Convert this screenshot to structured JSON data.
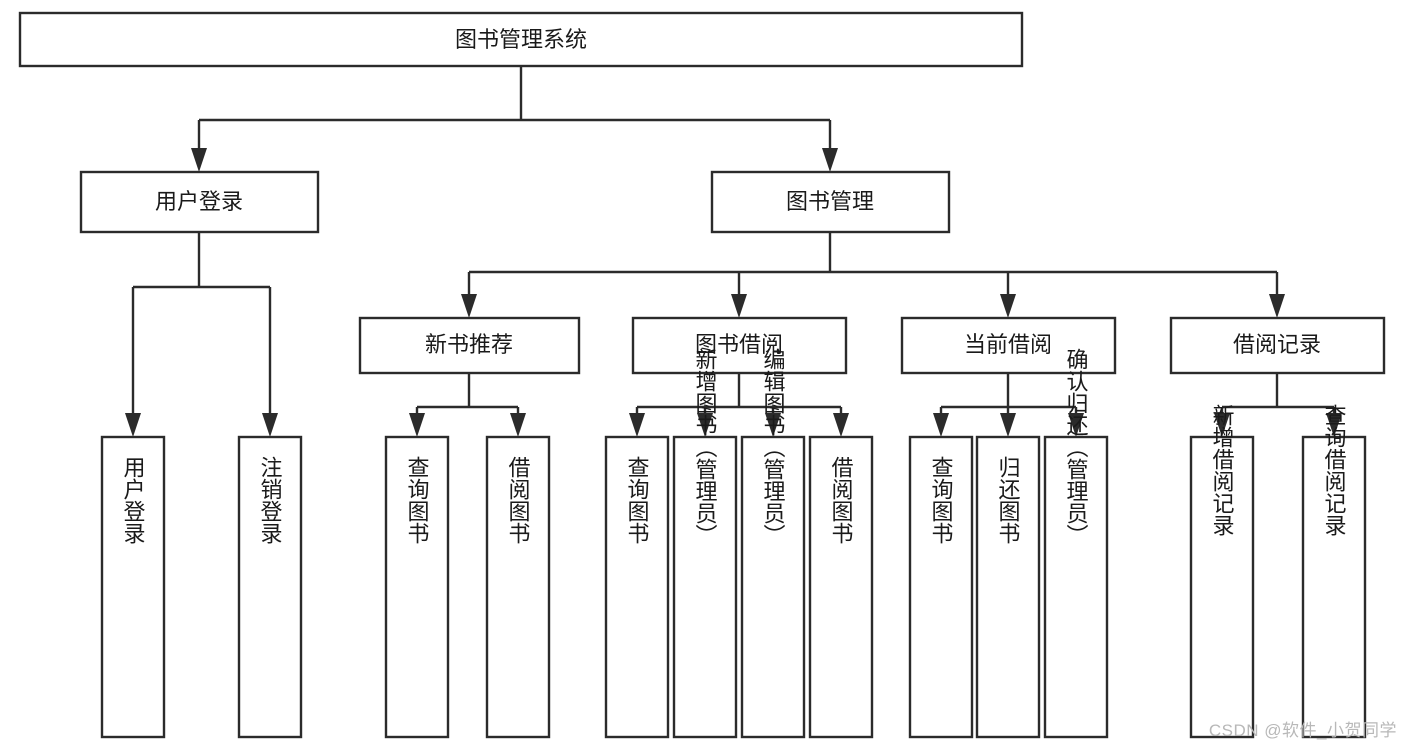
{
  "diagram": {
    "type": "tree",
    "title": "图书管理系统",
    "orientation": "top-down",
    "colors": {
      "box_fill": "#ffffff",
      "box_stroke": "#2b2b2b",
      "text": "#1a1a1a",
      "watermark": "#b8b8b8",
      "background": "#ffffff"
    },
    "nodes": {
      "root": {
        "label": "图书管理系统",
        "level": 0,
        "text_orientation": "horizontal"
      },
      "l1_user_login": {
        "label": "用户登录",
        "level": 1,
        "text_orientation": "horizontal"
      },
      "l1_book_mgmt": {
        "label": "图书管理",
        "level": 1,
        "text_orientation": "horizontal"
      },
      "l2_new_book_rec": {
        "label": "新书推荐",
        "level": 2,
        "text_orientation": "horizontal"
      },
      "l2_book_borrow": {
        "label": "图书借阅",
        "level": 2,
        "text_orientation": "horizontal"
      },
      "l2_current_borrow": {
        "label": "当前借阅",
        "level": 2,
        "text_orientation": "horizontal"
      },
      "l2_borrow_record": {
        "label": "借阅记录",
        "level": 2,
        "text_orientation": "horizontal"
      },
      "leaf_user_login": {
        "label": "用户登录",
        "level": 3,
        "text_orientation": "vertical"
      },
      "leaf_logout": {
        "label": "注销登录",
        "level": 3,
        "text_orientation": "vertical"
      },
      "leaf_query_book_a": {
        "label": "查询图书",
        "level": 3,
        "text_orientation": "vertical"
      },
      "leaf_borrow_book_a": {
        "label": "借阅图书",
        "level": 3,
        "text_orientation": "vertical"
      },
      "leaf_query_book_b": {
        "label": "查询图书",
        "level": 3,
        "text_orientation": "vertical"
      },
      "leaf_add_book": {
        "label": "新增图书（管理员）",
        "level": 3,
        "text_orientation": "vertical"
      },
      "leaf_edit_book": {
        "label": "编辑图书（管理员）",
        "level": 3,
        "text_orientation": "vertical"
      },
      "leaf_borrow_book_b": {
        "label": "借阅图书",
        "level": 3,
        "text_orientation": "vertical"
      },
      "leaf_query_book_c": {
        "label": "查询图书",
        "level": 3,
        "text_orientation": "vertical"
      },
      "leaf_return_book": {
        "label": "归还图书",
        "level": 3,
        "text_orientation": "vertical"
      },
      "leaf_confirm_return": {
        "label": "确认归还（管理员）",
        "level": 3,
        "text_orientation": "vertical"
      },
      "leaf_add_record": {
        "label": "新增借阅记录",
        "level": 3,
        "text_orientation": "vertical"
      },
      "leaf_query_record": {
        "label": "查询借阅记录",
        "level": 3,
        "text_orientation": "vertical"
      }
    },
    "edges": [
      {
        "from": "root",
        "to": "l1_user_login"
      },
      {
        "from": "root",
        "to": "l1_book_mgmt"
      },
      {
        "from": "l1_user_login",
        "to": "leaf_user_login"
      },
      {
        "from": "l1_user_login",
        "to": "leaf_logout"
      },
      {
        "from": "l1_book_mgmt",
        "to": "l2_new_book_rec"
      },
      {
        "from": "l1_book_mgmt",
        "to": "l2_book_borrow"
      },
      {
        "from": "l1_book_mgmt",
        "to": "l2_current_borrow"
      },
      {
        "from": "l1_book_mgmt",
        "to": "l2_borrow_record"
      },
      {
        "from": "l2_new_book_rec",
        "to": "leaf_query_book_a"
      },
      {
        "from": "l2_new_book_rec",
        "to": "leaf_borrow_book_a"
      },
      {
        "from": "l2_book_borrow",
        "to": "leaf_query_book_b"
      },
      {
        "from": "l2_book_borrow",
        "to": "leaf_add_book"
      },
      {
        "from": "l2_book_borrow",
        "to": "leaf_edit_book"
      },
      {
        "from": "l2_book_borrow",
        "to": "leaf_borrow_book_b"
      },
      {
        "from": "l2_current_borrow",
        "to": "leaf_query_book_c"
      },
      {
        "from": "l2_current_borrow",
        "to": "leaf_return_book"
      },
      {
        "from": "l2_current_borrow",
        "to": "leaf_confirm_return"
      },
      {
        "from": "l2_borrow_record",
        "to": "leaf_add_record"
      },
      {
        "from": "l2_borrow_record",
        "to": "leaf_query_record"
      }
    ]
  },
  "watermark": {
    "text": "CSDN @软件_小贺同学"
  }
}
